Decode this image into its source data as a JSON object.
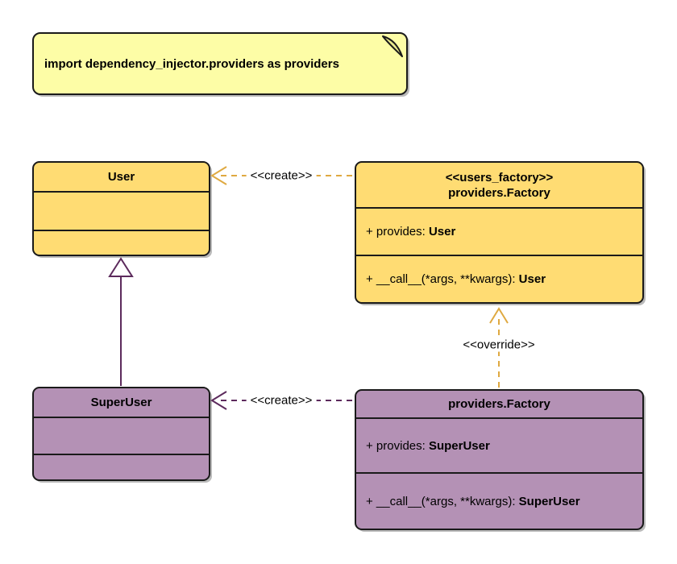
{
  "colors": {
    "canvas_bg": "#FFFFFF",
    "class_yellow_fill": "#FFDC73",
    "class_purple_fill": "#B491B5",
    "note_fill": "#FDFDA6",
    "note_fold_fill": "#E9E98C",
    "gold_edge": "#DFA941",
    "purple_edge": "#5C2A5C",
    "border_black": "#1A1A1A",
    "text_black": "#000000"
  },
  "note": {
    "text": "import dependency_injector.providers as providers"
  },
  "classes": {
    "user": {
      "title": "User"
    },
    "superuser": {
      "title": "SuperUser"
    },
    "users_factory": {
      "stereotype": "<<users_factory>>",
      "title": "providers.Factory",
      "provides_label": "+ provides: ",
      "provides_type": "User",
      "call_label": "+ __call__(*args, **kwargs): ",
      "call_type": "User"
    },
    "superuser_factory": {
      "title": "providers.Factory",
      "provides_label": "+ provides: ",
      "provides_type": "SuperUser",
      "call_label": "+ __call__(*args, **kwargs): ",
      "call_type": "SuperUser"
    }
  },
  "edges": {
    "create_top": "<<create>>",
    "create_bottom": "<<create>>",
    "override": "<<override>>"
  }
}
